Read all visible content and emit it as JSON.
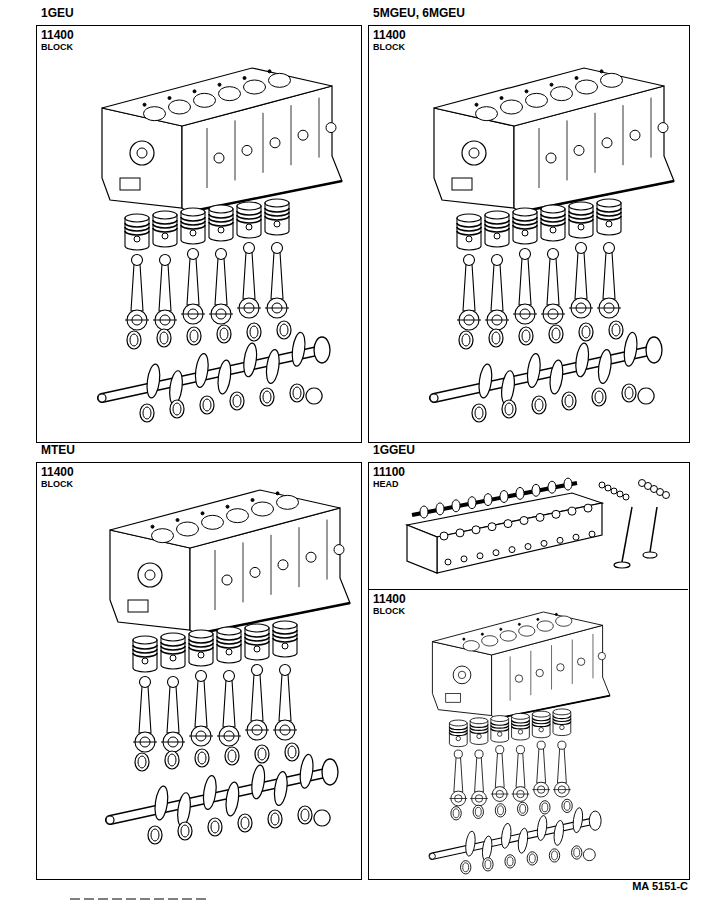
{
  "diagram": {
    "caption": "MA 5151-C",
    "nodes": [
      {
        "text": [
          "1GEU",
          "11400",
          "BLOCK"
        ]
      },
      {
        "text": [
          "5MGEU, 6MGEU",
          "11400",
          "BLOCK"
        ]
      },
      {
        "text": [
          "MTEU",
          "11400",
          "BLOCK"
        ]
      },
      {
        "text": [
          "1GGEU"
        ]
      },
      {
        "text": [
          "11100",
          "HEAD"
        ],
        "in": 3
      },
      {
        "text": [
          "11400",
          "BLOCK"
        ],
        "in": 3
      }
    ]
  }
}
